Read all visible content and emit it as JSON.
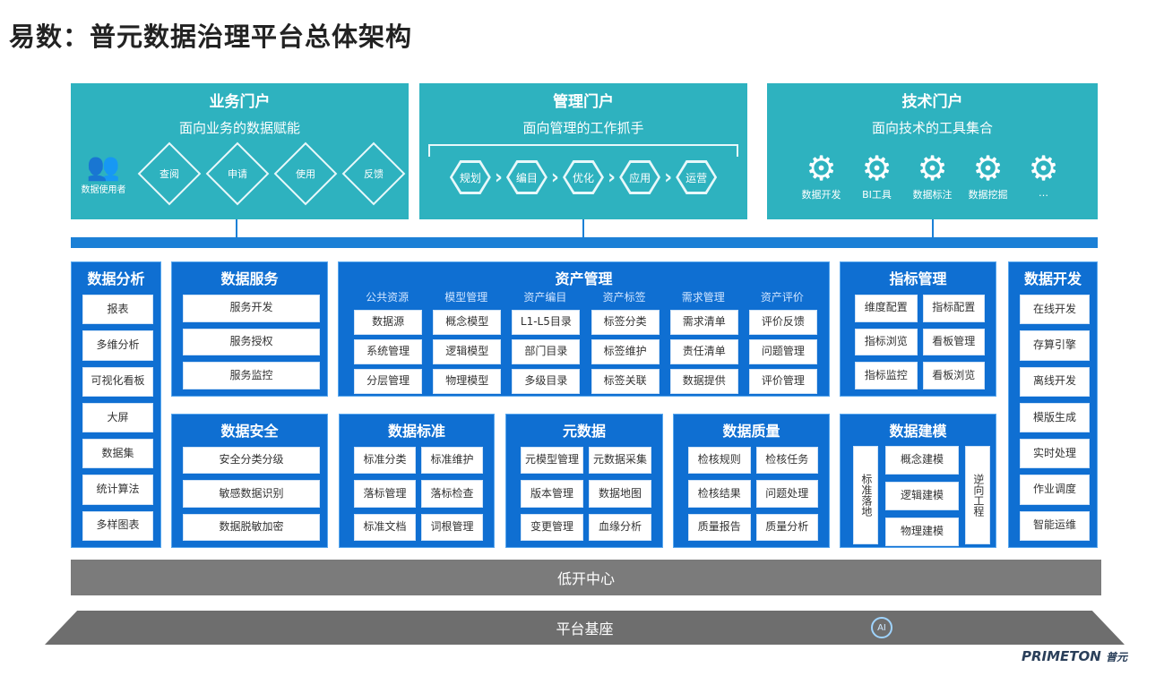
{
  "title": "易数：普元数据治理平台总体架构",
  "portals": {
    "business": {
      "title": "业务门户",
      "subtitle": "面向业务的数据赋能",
      "user_label": "数据使用者",
      "steps": [
        "查阅",
        "申请",
        "使用",
        "反馈"
      ]
    },
    "management": {
      "title": "管理门户",
      "subtitle": "面向管理的工作抓手",
      "steps": [
        "规划",
        "编目",
        "优化",
        "应用",
        "运营"
      ]
    },
    "tech": {
      "title": "技术门户",
      "subtitle": "面向技术的工具集合",
      "tools": [
        "数据开发",
        "BI工具",
        "数据标注",
        "数据挖掘",
        "…"
      ]
    }
  },
  "modules": {
    "data_analysis": {
      "title": "数据分析",
      "items": [
        "报表",
        "多维分析",
        "可视化看板",
        "大屏",
        "数据集",
        "统计算法",
        "多样图表"
      ]
    },
    "data_service": {
      "title": "数据服务",
      "items": [
        "服务开发",
        "服务授权",
        "服务监控"
      ]
    },
    "data_security": {
      "title": "数据安全",
      "items": [
        "安全分类分级",
        "敏感数据识别",
        "数据脱敏加密"
      ]
    },
    "asset_management": {
      "title": "资产管理",
      "columns": [
        {
          "header": "公共资源",
          "items": [
            "数据源",
            "系统管理",
            "分层管理"
          ]
        },
        {
          "header": "模型管理",
          "items": [
            "概念模型",
            "逻辑模型",
            "物理模型"
          ]
        },
        {
          "header": "资产编目",
          "items": [
            "L1-L5目录",
            "部门目录",
            "多级目录"
          ]
        },
        {
          "header": "资产标签",
          "items": [
            "标签分类",
            "标签维护",
            "标签关联"
          ]
        },
        {
          "header": "需求管理",
          "items": [
            "需求清单",
            "责任清单",
            "数据提供"
          ]
        },
        {
          "header": "资产评价",
          "items": [
            "评价反馈",
            "问题管理",
            "评价管理"
          ]
        }
      ]
    },
    "data_standard": {
      "title": "数据标准",
      "items": [
        "标准分类",
        "标准维护",
        "落标管理",
        "落标检查",
        "标准文档",
        "词根管理"
      ]
    },
    "metadata": {
      "title": "元数据",
      "items": [
        "元模型管理",
        "元数据采集",
        "版本管理",
        "数据地图",
        "变更管理",
        "血缘分析"
      ]
    },
    "data_quality": {
      "title": "数据质量",
      "items": [
        "检核规则",
        "检核任务",
        "检核结果",
        "问题处理",
        "质量报告",
        "质量分析"
      ]
    },
    "indicator_management": {
      "title": "指标管理",
      "items": [
        "维度配置",
        "指标配置",
        "指标浏览",
        "看板管理",
        "指标监控",
        "看板浏览"
      ]
    },
    "data_modeling": {
      "title": "数据建模",
      "left_label": "标准落地",
      "right_label": "逆向工程",
      "items": [
        "概念建模",
        "逻辑建模",
        "物理建模"
      ]
    },
    "data_development": {
      "title": "数据开发",
      "items": [
        "在线开发",
        "存算引擎",
        "离线开发",
        "模版生成",
        "实时处理",
        "作业调度",
        "智能运维"
      ]
    }
  },
  "low_code": "低开中心",
  "platform_base": "平台基座",
  "ai_badge": "AI",
  "logo": {
    "brand": "PRIMETON",
    "cn": "普元"
  },
  "colors": {
    "portal": "#2eb2bf",
    "module": "#0f6fd2",
    "bus": "#1b80d6",
    "gray": "#7b7b7b"
  }
}
